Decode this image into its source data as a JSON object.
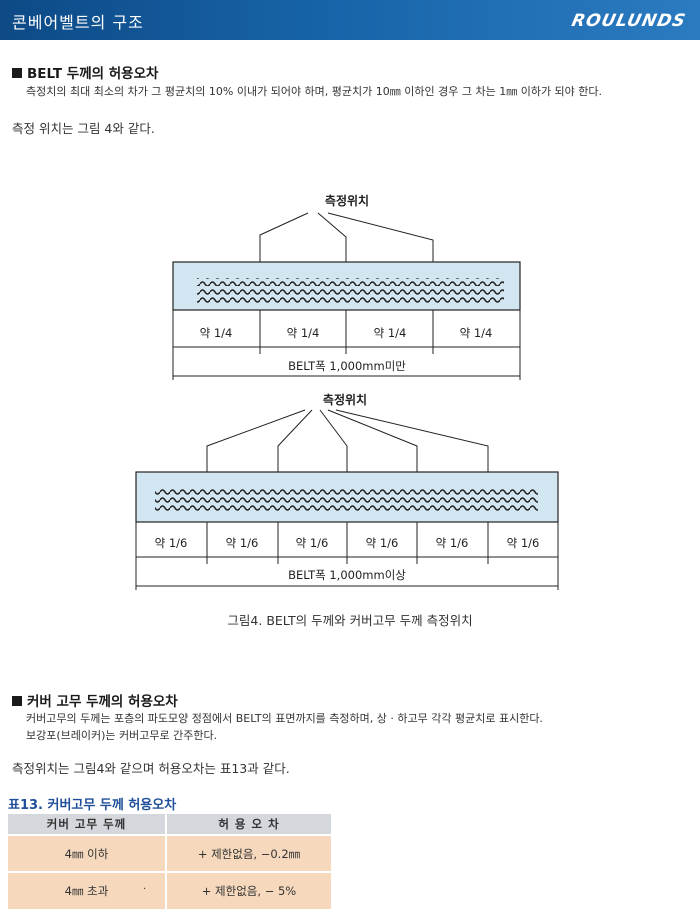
{
  "header": {
    "title": "콘베어벨트의 구조",
    "logo": "ROULUNDS",
    "colors": {
      "bar": "#1763a8",
      "text": "#ffffff"
    }
  },
  "section1": {
    "heading": "BELT 두께의 허용오차",
    "body": "측정치의 최대 최소의 차가 그 평균치의 10% 이내가 되어야 하며, 평균치가 10㎜ 이하인 경우 그 차는 1㎜ 이하가 되야 한다."
  },
  "measure_note": "측정 위치는 그림 4와 같다.",
  "figure": {
    "top": {
      "label": "측정위치",
      "segments": [
        "약 1/4",
        "약 1/4",
        "약 1/4",
        "약 1/4"
      ],
      "width_label": "BELT폭 1,000mm미만"
    },
    "bottom": {
      "label": "측정위치",
      "segments": [
        "약 1/6",
        "약 1/6",
        "약 1/6",
        "약 1/6",
        "약 1/6",
        "약 1/6"
      ],
      "width_label": "BELT폭 1,000mm이상"
    },
    "caption": "그림4. BELT의 두께와 커버고무 두께 측정위치",
    "colors": {
      "belt_fill": "#d2e6f2",
      "line": "#222222"
    }
  },
  "section2": {
    "heading": "커버 고무 두께의 허용오차",
    "body_line1": "커버고무의 두께는 포층의 파도모양 정점에서 BELT의 표면까지를 측정하며, 상 · 하고무 각각 평균치로 표시한다.",
    "body_line2": "보강포(브레이커)는 커버고무로 간주한다."
  },
  "measure_note2": "측정위치는 그림4와 같으며 허용오차는 표13과 같다.",
  "table13": {
    "title": "표13. 커버고무 두께 허용오차",
    "headers": [
      "커버 고무 두께",
      "허 용 오 차"
    ],
    "rows": [
      [
        "4㎜ 이하",
        "+ 제한없음, −0.2㎜"
      ],
      [
        "4㎜ 초과",
        "+ 제한없음, − 5%"
      ]
    ],
    "colors": {
      "header": "#d4d8dc",
      "cell": "#f6d9bd",
      "title": "#1f4f9a"
    },
    "mark": "·"
  }
}
